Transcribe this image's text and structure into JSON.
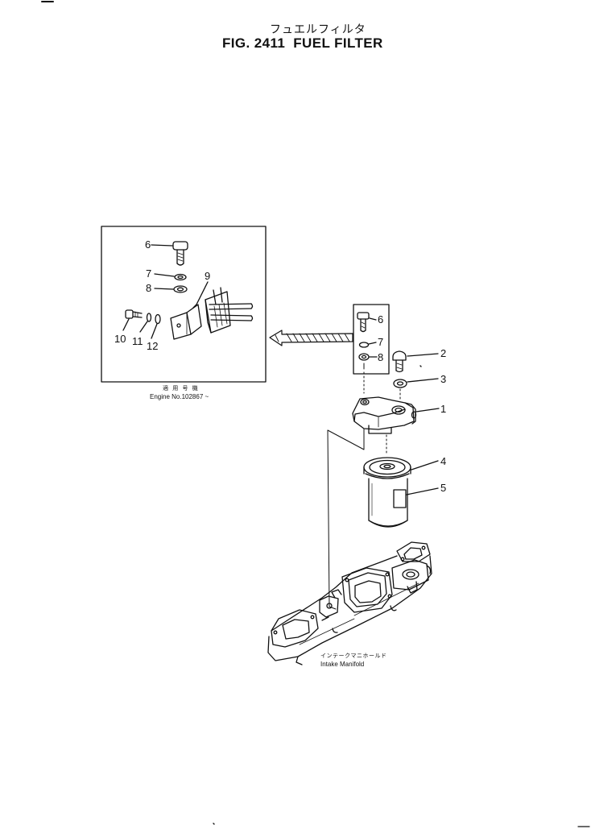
{
  "title": {
    "japanese": "フュエルフィルタ",
    "fig_label": "FIG. 2411",
    "english": "FUEL FILTER"
  },
  "inset": {
    "callouts": [
      "6",
      "7",
      "8",
      "9",
      "10",
      "11",
      "12"
    ],
    "applicability_jp": "適 用 号 機",
    "applicability_en": "Engine No.102867 ~"
  },
  "main": {
    "small_group_callouts": [
      "6",
      "7",
      "8"
    ],
    "callouts": [
      "1",
      "2",
      "3",
      "4",
      "5"
    ]
  },
  "manifold": {
    "label_jp": "インテークマニホールド",
    "label_en": "Intake Manifold"
  },
  "icons": {
    "direction_arrow": "hatched-arrow-left-icon"
  }
}
